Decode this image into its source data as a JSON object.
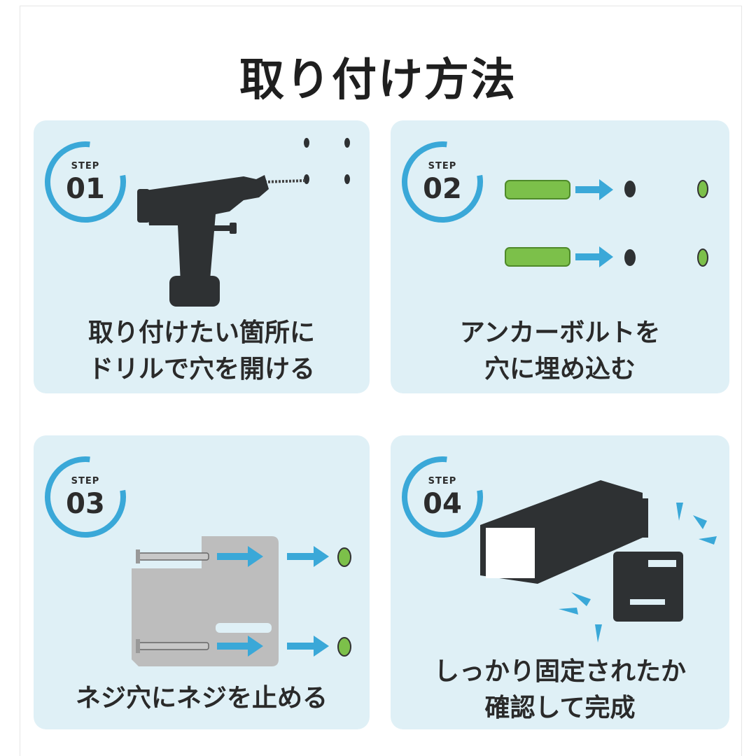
{
  "title": "取り付け方法",
  "steps": [
    {
      "label": "STEP",
      "number": "01",
      "caption": [
        "取り付けたい箇所に",
        "ドリルで穴を開ける"
      ]
    },
    {
      "label": "STEP",
      "number": "02",
      "caption": [
        "アンカーボルトを",
        "穴に埋め込む"
      ]
    },
    {
      "label": "STEP",
      "number": "03",
      "caption": [
        "ネジ穴にネジを止める"
      ]
    },
    {
      "label": "STEP",
      "number": "04",
      "caption": [
        "しっかり固定されたか",
        "確認して完成"
      ]
    }
  ],
  "colors": {
    "card_bg": "#dff0f6",
    "accent_blue": "#3aa8d8",
    "anchor_green": "#7cc04a",
    "device_dark": "#2e3133",
    "bracket_gray": "#bdbdbd"
  },
  "icons": [
    "drill-icon",
    "anchor-bolt-icon",
    "arrow-right-icon",
    "screw-icon",
    "camera-icon",
    "bracket-icon"
  ]
}
